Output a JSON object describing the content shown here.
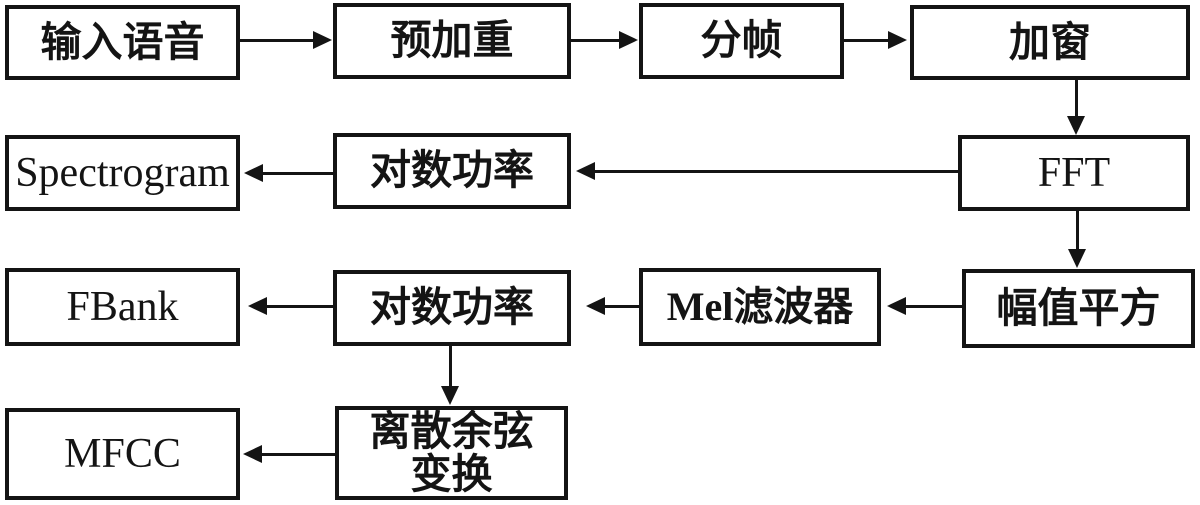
{
  "diagram": {
    "description_colors": {
      "border": "#141414",
      "background": "#ffffff",
      "text": "#141414"
    },
    "nodes": {
      "input": {
        "label": "输入语音"
      },
      "preemphasis": {
        "label": "预加重"
      },
      "framing": {
        "label": "分帧"
      },
      "windowing": {
        "label": "加窗"
      },
      "fft": {
        "label": "FFT"
      },
      "log_power_spec": {
        "label": "对数功率"
      },
      "spectrogram": {
        "label": "Spectrogram"
      },
      "mag_square": {
        "label": "幅值平方"
      },
      "mel_filter": {
        "label": "Mel滤波器"
      },
      "log_power_fbank": {
        "label": "对数功率"
      },
      "fbank": {
        "label": "FBank"
      },
      "dct": {
        "label": "离散余弦变换",
        "line1": "离散余弦",
        "line2": "变换"
      },
      "mfcc": {
        "label": "MFCC"
      }
    },
    "edges": [
      {
        "from": "输入语音",
        "to": "预加重"
      },
      {
        "from": "预加重",
        "to": "分帧"
      },
      {
        "from": "分帧",
        "to": "加窗"
      },
      {
        "from": "加窗",
        "to": "FFT"
      },
      {
        "from": "FFT",
        "to": "对数功率"
      },
      {
        "from": "对数功率",
        "to": "Spectrogram"
      },
      {
        "from": "FFT",
        "to": "幅值平方"
      },
      {
        "from": "幅值平方",
        "to": "Mel滤波器"
      },
      {
        "from": "Mel滤波器",
        "to": "对数功率"
      },
      {
        "from": "对数功率",
        "to": "FBank"
      },
      {
        "from": "对数功率",
        "to": "离散余弦变换"
      },
      {
        "from": "离散余弦变换",
        "to": "MFCC"
      }
    ]
  }
}
